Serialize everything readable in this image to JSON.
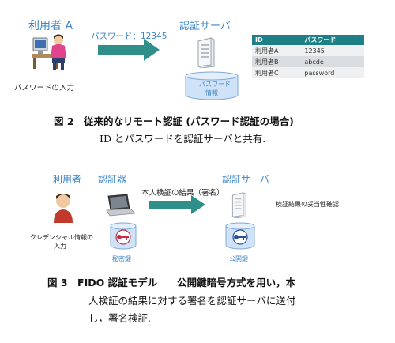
{
  "fig2": {
    "user_label": "利用者 A",
    "arrow_label": "パスワード：12345",
    "server_label": "認証サーバ",
    "input_label": "パスワードの入力",
    "db_label_1": "パスワード",
    "db_label_2": "情報",
    "table": {
      "headers": [
        "ID",
        "パスワード"
      ],
      "rows": [
        [
          "利用者A",
          "12345"
        ],
        [
          "利用者B",
          "abcde"
        ],
        [
          "利用者C",
          "password"
        ]
      ]
    },
    "caption_line1": "図 2　従来的なリモート認証 (パスワード認証の場合)",
    "caption_line2": "ID とパスワードを認証サーバと共有."
  },
  "fig3": {
    "user_label": "利用者",
    "authenticator_label": "認証器",
    "server_label": "認証サーバ",
    "arrow_label": "本人検証の結果（署名）",
    "verify_label": "検証結果の妥当性確認",
    "credential_line1": "クレデンシャル情報の",
    "credential_line2": "入力",
    "private_key_label": "秘密鍵",
    "public_key_label": "公開鍵",
    "caption_line1": "図 3　FIDO 認証モデル　　公開鍵暗号方式を用い，本",
    "caption_line2": "人検証の結果に対する署名を認証サーバに送付",
    "caption_line3": "し，署名検証."
  },
  "colors": {
    "accent_blue": "#3d86c6",
    "arrow_teal": "#2f8f8a",
    "table_header": "#1f7f86",
    "key_blue": "#2a4f96",
    "key_red": "#c0304a"
  }
}
